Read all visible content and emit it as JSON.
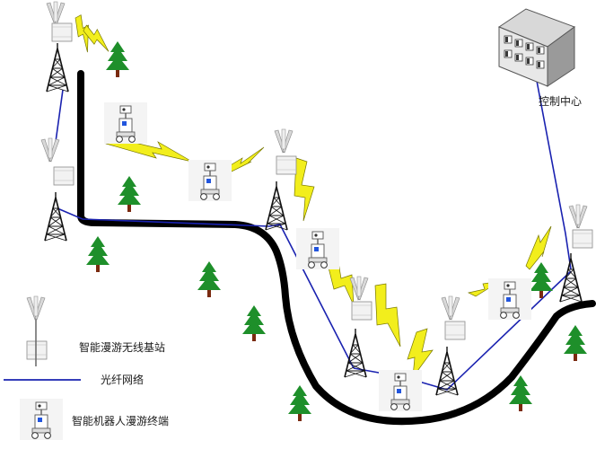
{
  "control_center_label": "控制中心",
  "legend": [
    {
      "icon": "base-station-icon",
      "label": "智能漫游无线基站"
    },
    {
      "icon": "fiber-line-icon",
      "label": "光纤网络"
    },
    {
      "icon": "robot-terminal-icon",
      "label": "智能机器人漫游终端"
    }
  ],
  "colors": {
    "fiber": "#1a22b0",
    "track": "#000000",
    "lightning": "#f2ee1c",
    "tree": "#1e8f2a",
    "trunk": "#7a2a10"
  }
}
